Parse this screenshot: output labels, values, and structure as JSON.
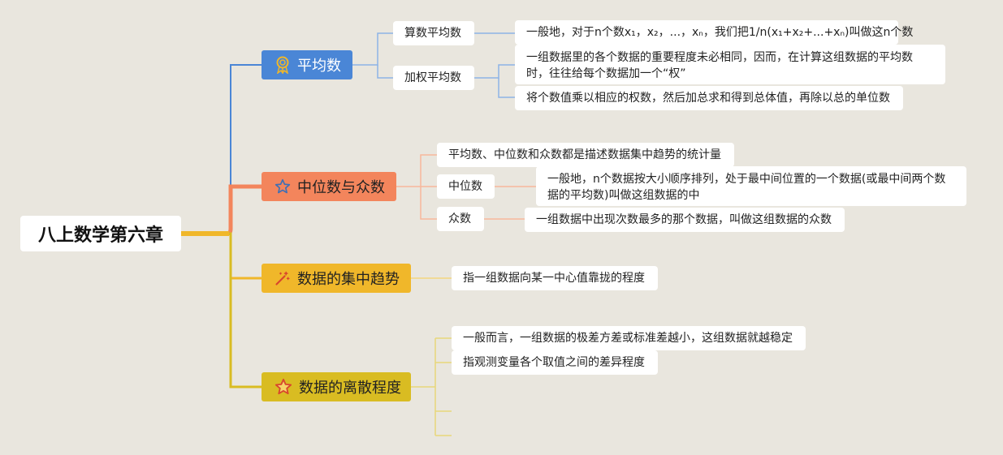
{
  "root": {
    "label": "八上数学第六章"
  },
  "colors": {
    "blue": "#4a86d6",
    "orange": "#f3855c",
    "gold": "#f0b72a",
    "olive": "#d9bc22",
    "background": "#e9e6de"
  },
  "branches": [
    {
      "label": "平均数",
      "icon": "ribbon-medal-icon",
      "color": "#4a86d6",
      "subs": [
        {
          "label": "算数平均数",
          "details": [
            "一般地，对于n个数x₁，x₂，...，xₙ，我们把1/n(x₁+x₂+...+xₙ)叫做这n个数"
          ]
        },
        {
          "label": "加权平均数",
          "details": [
            "一组数据里的各个数据的重要程度未必相同，因而，在计算这组数据的平均数时，往往给每个数据加一个“权”",
            "将个数值乘以相应的权数，然后加总求和得到总体值，再除以总的单位数"
          ]
        }
      ]
    },
    {
      "label": "中位数与众数",
      "icon": "star-outline-icon",
      "color": "#f3855c",
      "note": "平均数、中位数和众数都是描述数据集中趋势的统计量",
      "subs": [
        {
          "label": "中位数",
          "details": [
            "一般地，n个数据按大小顺序排列，处于最中间位置的一个数据(或最中间两个数据的平均数)叫做这组数据的中"
          ]
        },
        {
          "label": "众数",
          "details": [
            "一组数据中出现次数最多的那个数据，叫做这组数据的众数"
          ]
        }
      ]
    },
    {
      "label": "数据的集中趋势",
      "icon": "magic-wand-icon",
      "color": "#f0b72a",
      "details": [
        "指一组数据向某一中心值靠拢的程度"
      ]
    },
    {
      "label": "数据的离散程度",
      "icon": "star-icon",
      "color": "#d9bc22",
      "details": [
        "一般而言，一组数据的极差方差或标准差越小，这组数据就越稳定",
        "指观测变量各个取值之间的差异程度"
      ]
    }
  ]
}
